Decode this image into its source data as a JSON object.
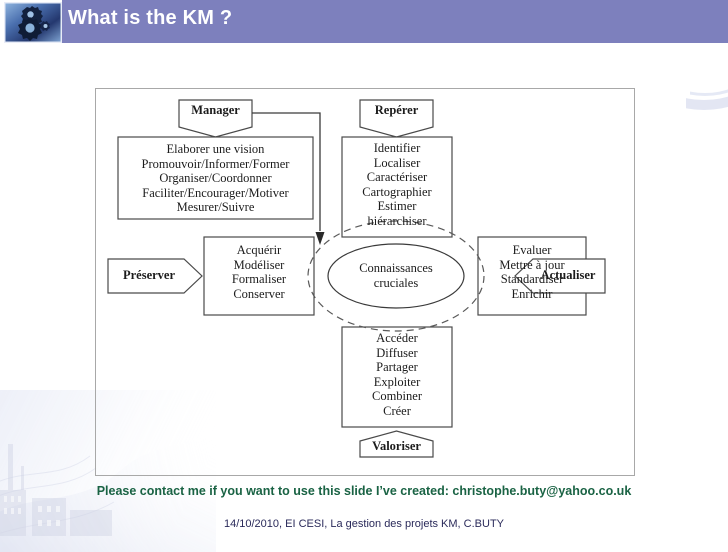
{
  "slide": {
    "title": "What is the KM ?",
    "logo_icon": "gears-icon",
    "accent_color": "#7d80bd",
    "contact_text": "Please contact me if you want to use this slide I’ve created: christophe.buty@yahoo.co.uk",
    "contact_color": "#1a6344",
    "footer_text": "14/10/2010, EI CESI, La gestion des projets KM, C.BUTY"
  },
  "diagram": {
    "core": {
      "label": "Connaissances\ncruciales"
    },
    "tags": {
      "top": "Manager",
      "top_right": "Repérer",
      "left": "Préserver",
      "right": "Actualiser",
      "bottom": "Valoriser"
    },
    "boxes": {
      "manage": "Elaborer une vision\nPromouvoir/Informer/Former\nOrganiser/Coordonner\nFaciliter/Encourager/Motiver\nMesurer/Suivre",
      "identify": "Identifier\nLocaliser\nCaractériser\nCartographier\nEstimer\nhiérarchiser",
      "preserve": "Acquérir\nModéliser\nFormaliser\nConserver",
      "update": "Evaluer\nMettre à jour\nStandardiser\nEnrichir",
      "valorize": "Accéder\nDiffuser\nPartager\nExploiter\nCombiner\nCréer"
    }
  }
}
